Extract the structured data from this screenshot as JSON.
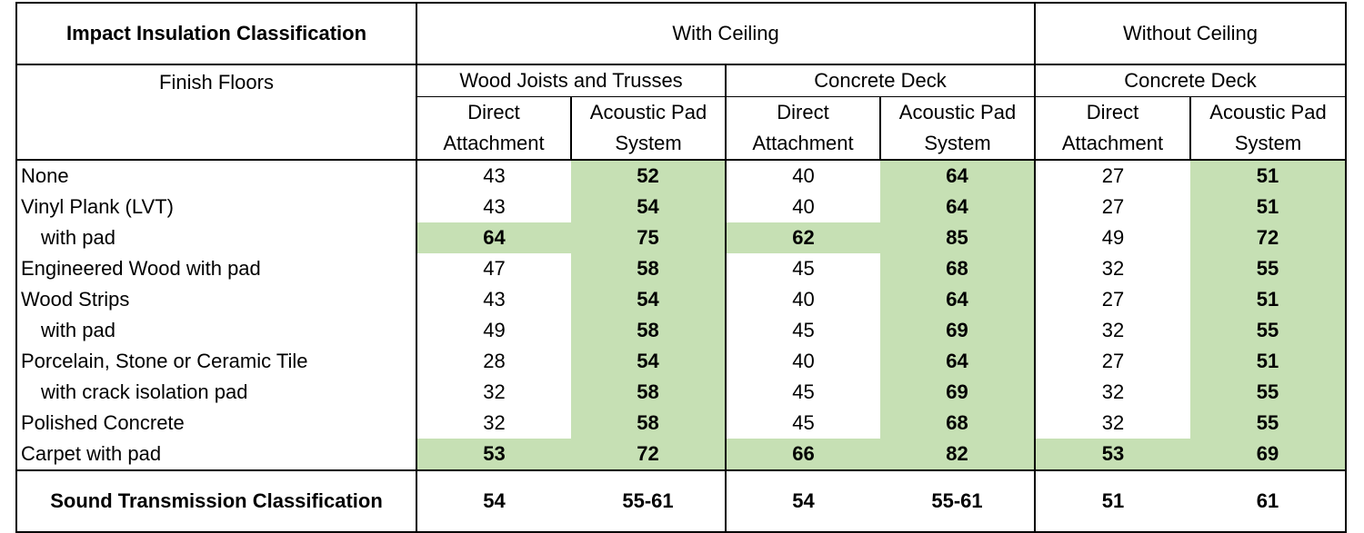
{
  "header": {
    "title": "Impact Insulation Classification",
    "with_ceiling": "With Ceiling",
    "without_ceiling": "Without Ceiling",
    "wood_joists": "Wood Joists and Trusses",
    "concrete_deck_1": "Concrete Deck",
    "concrete_deck_2": "Concrete Deck",
    "finish_floors": "Finish Floors",
    "direct": "Direct",
    "attachment": "Attachment",
    "acoustic_pad": "Acoustic Pad",
    "system": "System"
  },
  "rows": [
    {
      "label": "None",
      "indent": false,
      "v": [
        "43",
        "52",
        "40",
        "64",
        "27",
        "51"
      ],
      "green": [
        false,
        true,
        false,
        true,
        false,
        true
      ]
    },
    {
      "label": "Vinyl Plank (LVT)",
      "indent": false,
      "v": [
        "43",
        "54",
        "40",
        "64",
        "27",
        "51"
      ],
      "green": [
        false,
        true,
        false,
        true,
        false,
        true
      ]
    },
    {
      "label": "with pad",
      "indent": true,
      "v": [
        "64",
        "75",
        "62",
        "85",
        "49",
        "72"
      ],
      "green": [
        true,
        true,
        true,
        true,
        false,
        true
      ]
    },
    {
      "label": "Engineered Wood with pad",
      "indent": false,
      "v": [
        "47",
        "58",
        "45",
        "68",
        "32",
        "55"
      ],
      "green": [
        false,
        true,
        false,
        true,
        false,
        true
      ]
    },
    {
      "label": "Wood Strips",
      "indent": false,
      "v": [
        "43",
        "54",
        "40",
        "64",
        "27",
        "51"
      ],
      "green": [
        false,
        true,
        false,
        true,
        false,
        true
      ]
    },
    {
      "label": "with pad",
      "indent": true,
      "v": [
        "49",
        "58",
        "45",
        "69",
        "32",
        "55"
      ],
      "green": [
        false,
        true,
        false,
        true,
        false,
        true
      ]
    },
    {
      "label": "Porcelain, Stone or Ceramic Tile",
      "indent": false,
      "v": [
        "28",
        "54",
        "40",
        "64",
        "27",
        "51"
      ],
      "green": [
        false,
        true,
        false,
        true,
        false,
        true
      ]
    },
    {
      "label": "with crack isolation pad",
      "indent": true,
      "v": [
        "32",
        "58",
        "45",
        "69",
        "32",
        "55"
      ],
      "green": [
        false,
        true,
        false,
        true,
        false,
        true
      ]
    },
    {
      "label": "Polished Concrete",
      "indent": false,
      "v": [
        "32",
        "58",
        "45",
        "68",
        "32",
        "55"
      ],
      "green": [
        false,
        true,
        false,
        true,
        false,
        true
      ]
    },
    {
      "label": "Carpet with pad",
      "indent": false,
      "v": [
        "53",
        "72",
        "66",
        "82",
        "53",
        "69"
      ],
      "green": [
        true,
        true,
        true,
        true,
        true,
        true
      ]
    }
  ],
  "stc": {
    "label": "Sound Transmission Classification",
    "v": [
      "54",
      "55-61",
      "54",
      "55-61",
      "51",
      "61"
    ]
  }
}
